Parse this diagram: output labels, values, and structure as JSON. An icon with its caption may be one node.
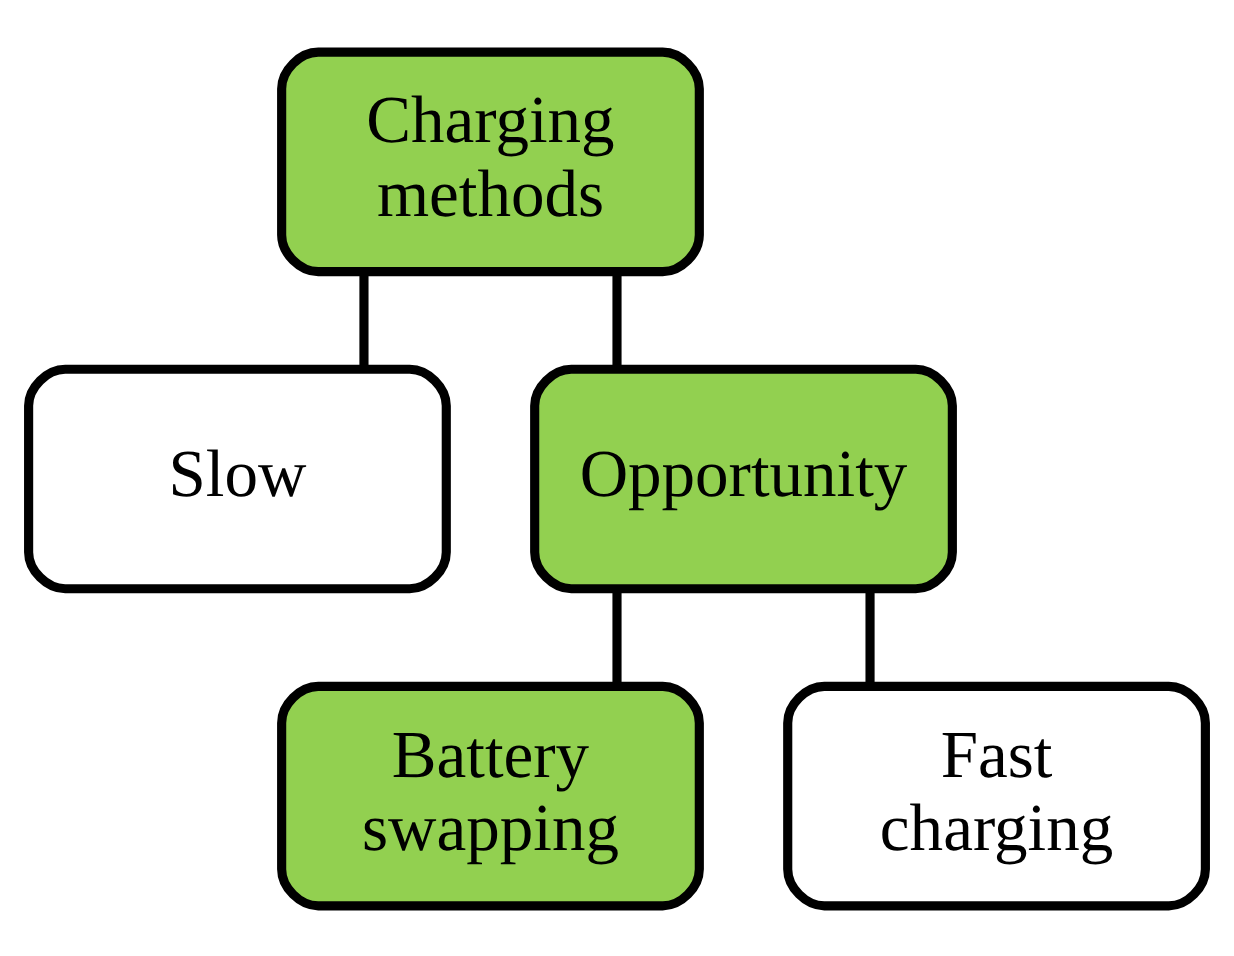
{
  "diagram": {
    "nodes": [
      {
        "text": [
          "Charging methods"
        ]
      },
      {
        "text": [
          "Slow"
        ]
      },
      {
        "text": [
          "Opportunity"
        ]
      },
      {
        "text": [
          "Battery swapping"
        ]
      },
      {
        "text": [
          "Fast charging"
        ]
      }
    ],
    "edges": [
      {
        "from": 0,
        "to": 1,
        "arrow": "none"
      },
      {
        "from": 0,
        "to": 2,
        "arrow": "none"
      },
      {
        "from": 2,
        "to": 3,
        "arrow": "none"
      },
      {
        "from": 2,
        "to": 4,
        "arrow": "none"
      }
    ]
  }
}
